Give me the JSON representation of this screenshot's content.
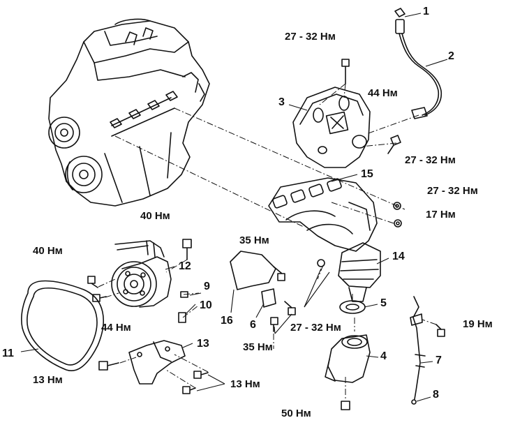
{
  "callouts": {
    "c1": "1",
    "c2": "2",
    "c3": "3",
    "c4": "4",
    "c5": "5",
    "c6": "6",
    "c7": "7",
    "c8": "8",
    "c9": "9",
    "c10": "10",
    "c11": "11",
    "c12": "12",
    "c13a": "13",
    "c13b": "13",
    "c14": "14",
    "c15": "15",
    "c16": "16"
  },
  "torques": {
    "t1": "27 - 32 Нм",
    "t2": "44 Нм",
    "t3": "27 - 32 Нм",
    "t4": "27 - 32 Нм",
    "t5": "17 Нм",
    "t6": "40 Нм",
    "t7": "40 Нм",
    "t8": "35 Нм",
    "t9": "44 Нм",
    "t10": "27 - 32 Нм",
    "t11": "35 Нм",
    "t12": "19 Нм",
    "t13": "13 Нм",
    "t14": "13 Нм",
    "t15": "50 Нм"
  }
}
